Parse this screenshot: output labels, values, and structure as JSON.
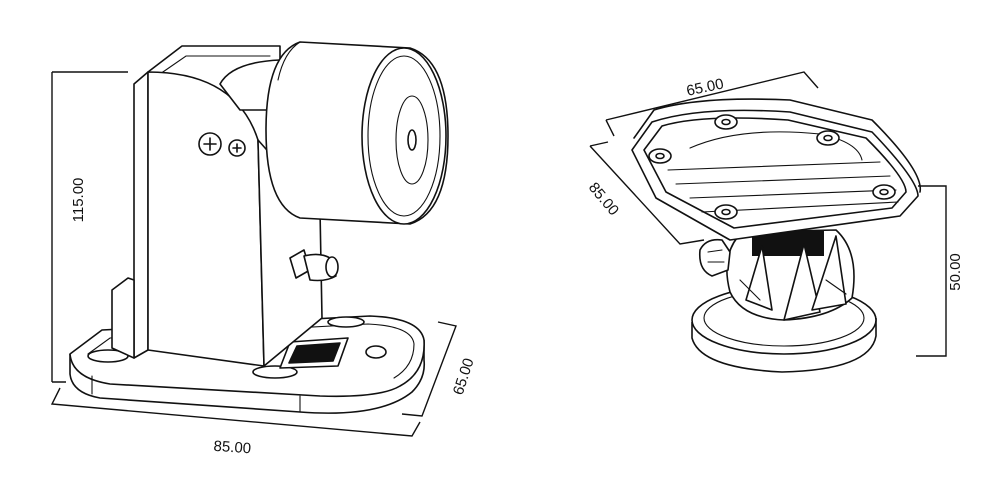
{
  "dimensions": {
    "left_height": "115.00",
    "left_width": "85.00",
    "left_depth": "65.00",
    "right_top_width": "65.00",
    "right_top_depth": "85.00",
    "right_height": "50.00"
  }
}
